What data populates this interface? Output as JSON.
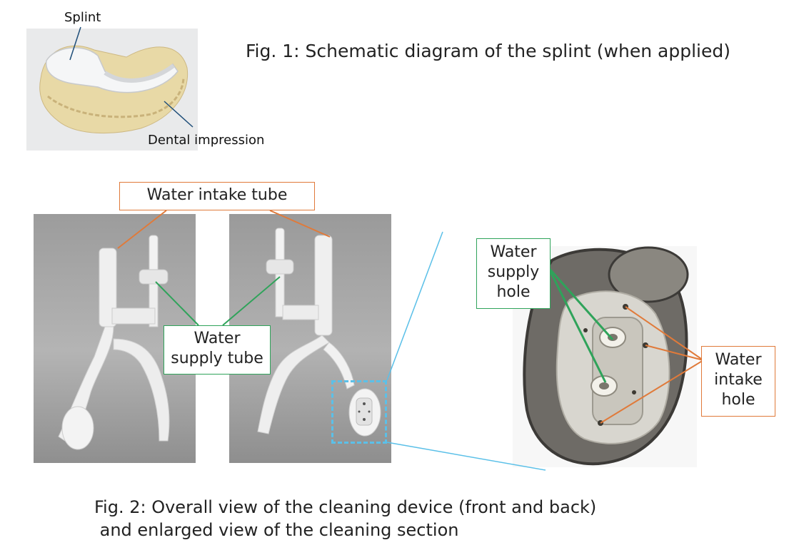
{
  "figure1": {
    "caption": "Fig. 1: Schematic diagram of the splint (when applied)",
    "label_splint": "Splint",
    "label_impression": "Dental impression"
  },
  "figure2": {
    "caption_line1": "Fig. 2: Overall view of the cleaning device (front and back)",
    "caption_line2": " and enlarged view of the cleaning section",
    "label_intake_tube": "Water intake tube",
    "label_supply_tube": "Water\nsupply tube",
    "label_supply_hole": "Water\nsupply\nhole",
    "label_intake_hole": "Water\nintake\nhole"
  },
  "colors": {
    "orange": "#e07a3a",
    "green": "#2fa35a",
    "blue": "#5bc0e8"
  }
}
